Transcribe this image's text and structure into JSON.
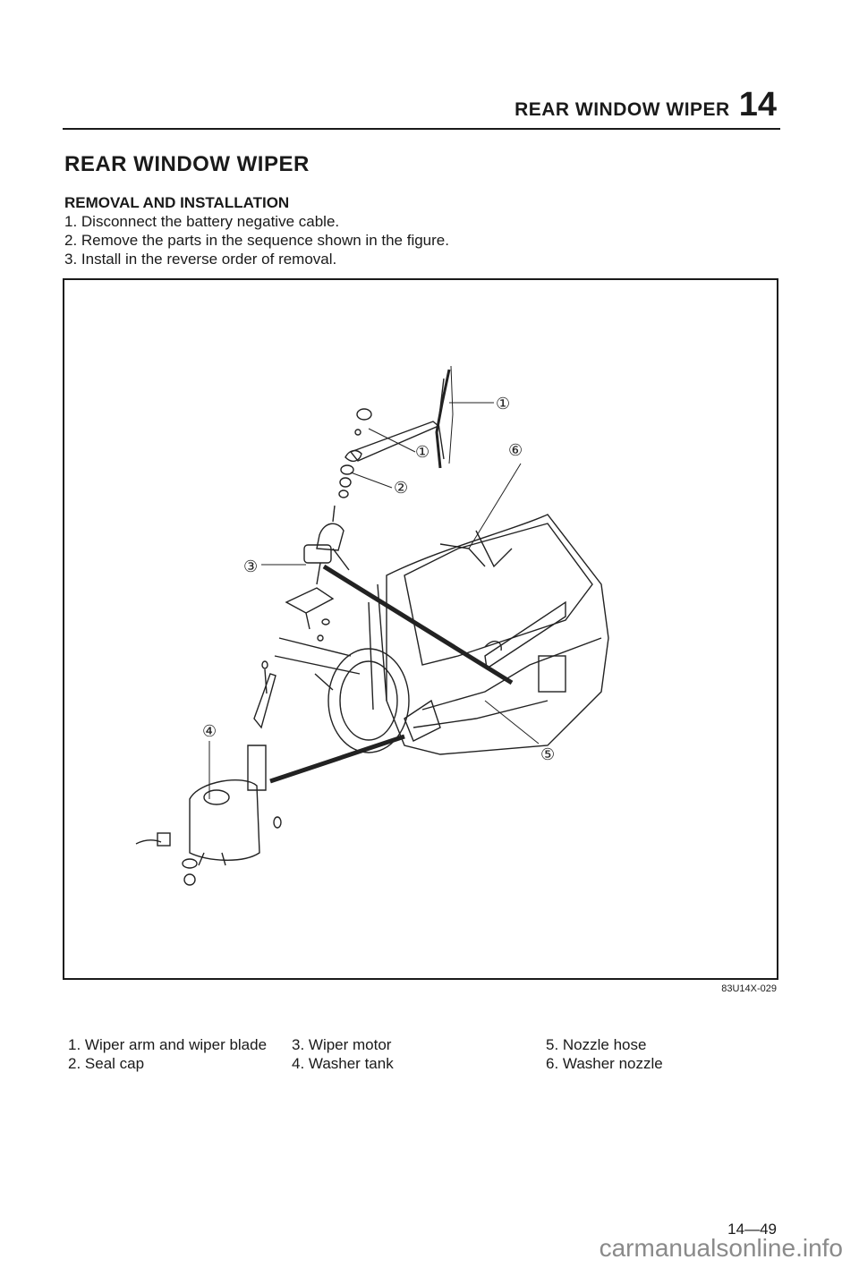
{
  "header": {
    "title": "REAR WINDOW WIPER",
    "chapter": "14"
  },
  "section_title": "REAR WINDOW WIPER",
  "subsection_title": "REMOVAL AND INSTALLATION",
  "steps": [
    "1. Disconnect the battery negative cable.",
    "2. Remove the parts in the sequence shown in the figure.",
    "3. Install in the reverse order of removal."
  ],
  "figure": {
    "code": "83U14X-029",
    "callouts": [
      "①",
      "①",
      "②",
      "③",
      "④",
      "⑤",
      "⑥"
    ]
  },
  "legend": {
    "col1": [
      "1. Wiper arm and wiper blade",
      "2. Seal cap"
    ],
    "col2": [
      "3. Wiper motor",
      "4. Washer tank"
    ],
    "col3": [
      "5. Nozzle hose",
      "6. Washer nozzle"
    ]
  },
  "page_number": "14—49",
  "watermark": "carmanualsonline.info"
}
